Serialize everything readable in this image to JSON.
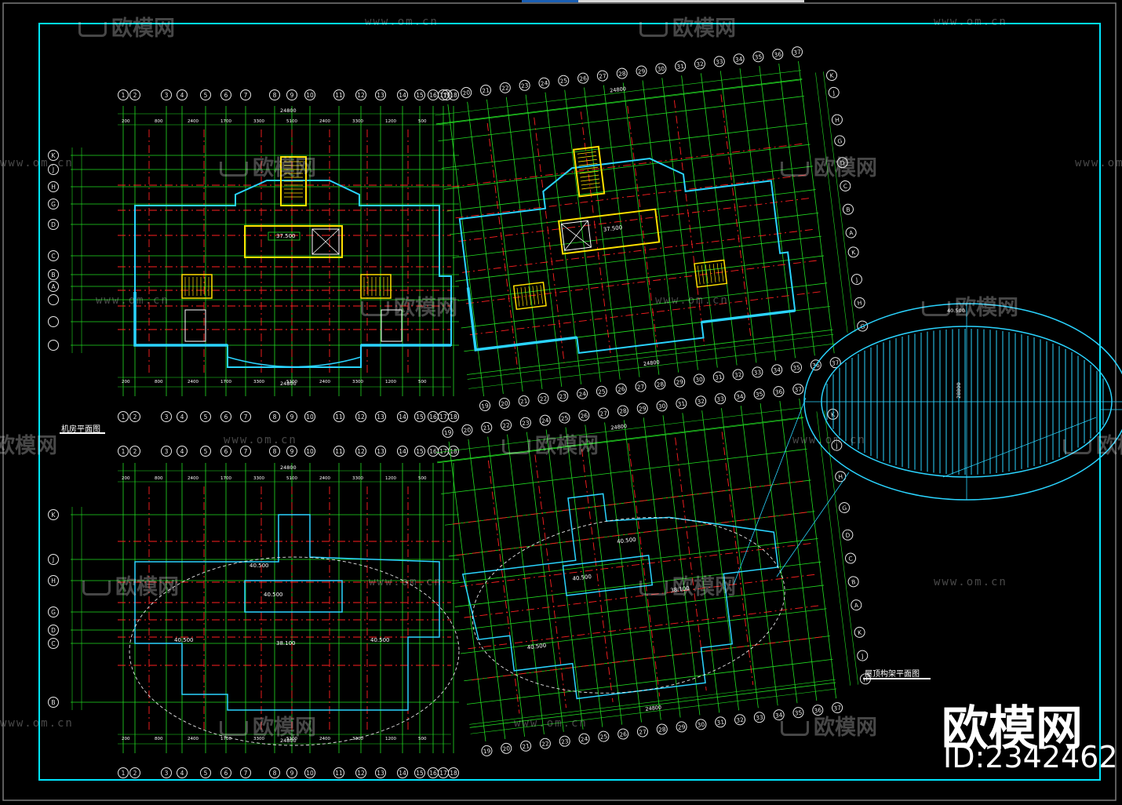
{
  "drawing": {
    "plan_titles": {
      "top_left": "机房平面图",
      "bottom_right": "屋顶构架平面图"
    },
    "axis_labels": {
      "numbers": [
        "1",
        "2",
        "3",
        "4",
        "5",
        "6",
        "7",
        "8",
        "9",
        "10",
        "11",
        "12",
        "13",
        "14",
        "15",
        "16",
        "17",
        "18"
      ],
      "letters": [
        "A",
        "B",
        "C",
        "D",
        "G",
        "H",
        "J",
        "K"
      ],
      "rotated_numbers": [
        "19",
        "20",
        "21",
        "22",
        "23",
        "24",
        "25",
        "26",
        "27",
        "28",
        "29",
        "30",
        "31",
        "32",
        "33",
        "34",
        "35",
        "36",
        "37"
      ]
    },
    "dimensions": {
      "total_width": "24800",
      "ellipse_axis": "28800",
      "elevation_roof": "40.500",
      "elevation_machine": "37.500",
      "elevation_top": "38.100"
    }
  },
  "watermark": {
    "brand": "欧模网",
    "url": "www.om.cn",
    "id": "ID:2342462"
  },
  "colors": {
    "background": "#000000",
    "frame": "#00e5ff",
    "grid": "#22dd22",
    "axis_red": "#ff2020",
    "wall": "#2ad4ff",
    "stair": "#ffe000",
    "text": "#ffffff"
  }
}
